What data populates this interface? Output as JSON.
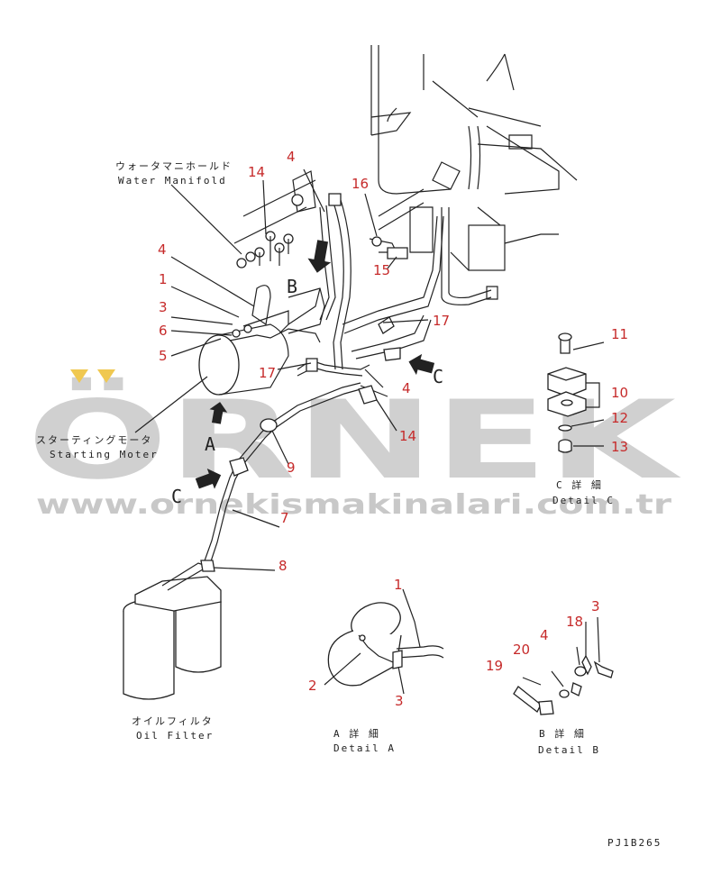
{
  "watermark": {
    "brand": "ÖRNEK",
    "url": "www.ornekismakinalari.com.tr"
  },
  "parts": {
    "water_manifold_jp": "ウォータマニホールド",
    "water_manifold_en": "Water Manifold",
    "starting_motor_jp": "スターティングモータ",
    "starting_motor_en": "Starting Moter",
    "oil_filter_jp": "オイルフィルタ",
    "oil_filter_en": "Oil Filter"
  },
  "view_letters": {
    "a": "A",
    "b": "B",
    "c1": "C",
    "c2": "C"
  },
  "details": {
    "a_jp": "A 詳 細",
    "a_en": "Detail A",
    "b_jp": "B 詳 細",
    "b_en": "Detail B",
    "c_jp": "C 詳 細",
    "c_en": "Detail C"
  },
  "callouts": {
    "n14a": "14",
    "n4a": "4",
    "n16": "16",
    "n15": "15",
    "n4b": "4",
    "n1": "1",
    "n3": "3",
    "n6": "6",
    "n5": "5",
    "n17a": "17",
    "n17b": "17",
    "n4c": "4",
    "n14b": "14",
    "n9": "9",
    "n7": "7",
    "n8": "8",
    "n11": "11",
    "n10": "10",
    "n12": "12",
    "n13": "13",
    "da1": "1",
    "da2": "2",
    "da3": "3",
    "db3": "3",
    "db18": "18",
    "db4": "4",
    "db20": "20",
    "db19": "19"
  },
  "drawing_code": "PJ1B265"
}
